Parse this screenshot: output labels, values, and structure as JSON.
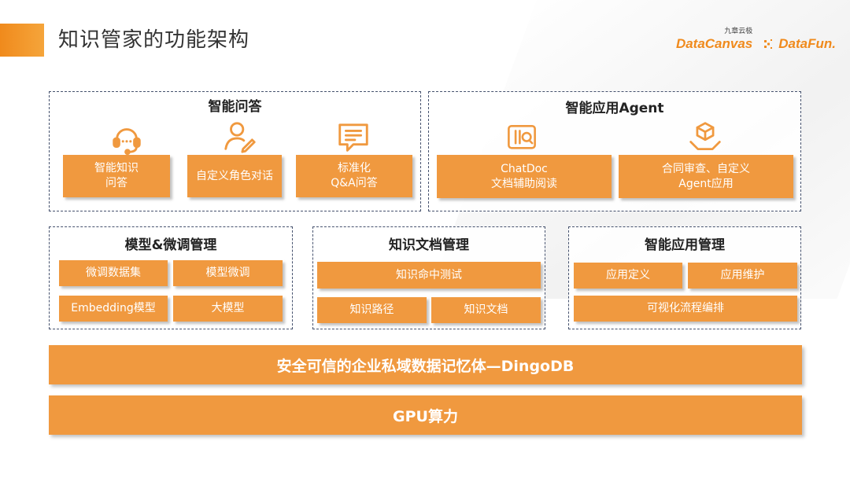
{
  "header": {
    "title": "知识管家的功能架构",
    "logo_datacanvas_small": "九章云极",
    "logo_datacanvas": "DataCanvas",
    "logo_datafun": "DataFun."
  },
  "colors": {
    "accent": "#f0993f",
    "border": "#46526e",
    "text": "#333333"
  },
  "qa": {
    "title": "智能问答",
    "items": [
      {
        "label": "智能知识\n问答",
        "icon": "headset-icon"
      },
      {
        "label": "自定义角色对话",
        "icon": "user-edit-icon"
      },
      {
        "label": "标准化\nQ&A问答",
        "icon": "chat-bubble-icon"
      }
    ]
  },
  "agent": {
    "title": "智能应用Agent",
    "items": [
      {
        "label": "ChatDoc\n文档辅助阅读",
        "icon": "document-chat-icon"
      },
      {
        "label": "合同审查、自定义\nAgent应用",
        "icon": "hand-box-icon"
      }
    ]
  },
  "model": {
    "title": "模型&微调管理",
    "items": [
      "微调数据集",
      "模型微调",
      "Embedding模型",
      "大模型"
    ]
  },
  "knowledge": {
    "title": "知识文档管理",
    "items": [
      "知识命中测试",
      "知识路径",
      "知识文档"
    ]
  },
  "appmgmt": {
    "title": "智能应用管理",
    "items": [
      "应用定义",
      "应用维护",
      "可视化流程编排"
    ]
  },
  "layers": {
    "memory": "安全可信的企业私域数据记忆体—DingoDB",
    "gpu": "GPU算力"
  }
}
